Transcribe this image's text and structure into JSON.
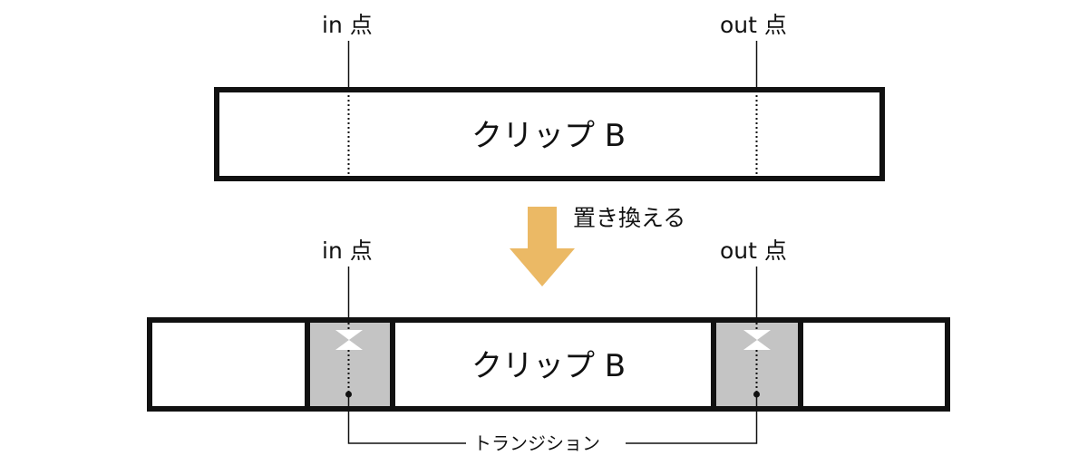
{
  "top_diagram": {
    "in_label": "in 点",
    "out_label": "out 点",
    "clip_label": "クリップ B"
  },
  "action": {
    "label": "置き換える",
    "arrow_color": "#EBB965"
  },
  "bottom_diagram": {
    "in_label": "in 点",
    "out_label": "out 点",
    "clip_label": "クリップ B",
    "transition_label": "トランジション",
    "transition_fill": "#C4C4C4"
  }
}
